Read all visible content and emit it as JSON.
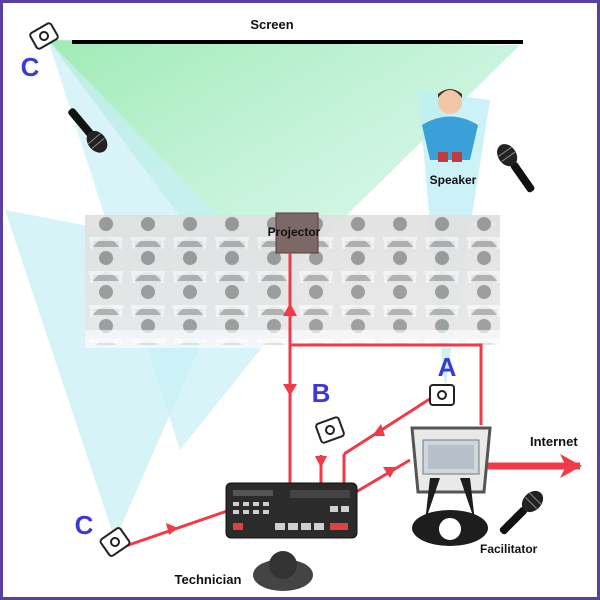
{
  "labels": {
    "screen": "Screen",
    "projector": "Projector",
    "speaker": "Speaker",
    "internet": "Internet",
    "facilitator": "Facilitator",
    "technician": "Technician"
  },
  "markers": {
    "camera_a": "A",
    "camera_b": "B",
    "camera_c_top": "C",
    "camera_c_bottom": "C"
  },
  "colors": {
    "frame": "#5a3fa0",
    "signal": "#f03a47",
    "camera_cone": "#bfeff5",
    "projector_cone": "#a8eec0",
    "marker": "#3a3ad6"
  },
  "icons": [
    "camera-icon",
    "microphone-icon",
    "projector-icon",
    "laptop-icon",
    "video-switcher-icon",
    "person-icon",
    "audience-photo"
  ]
}
